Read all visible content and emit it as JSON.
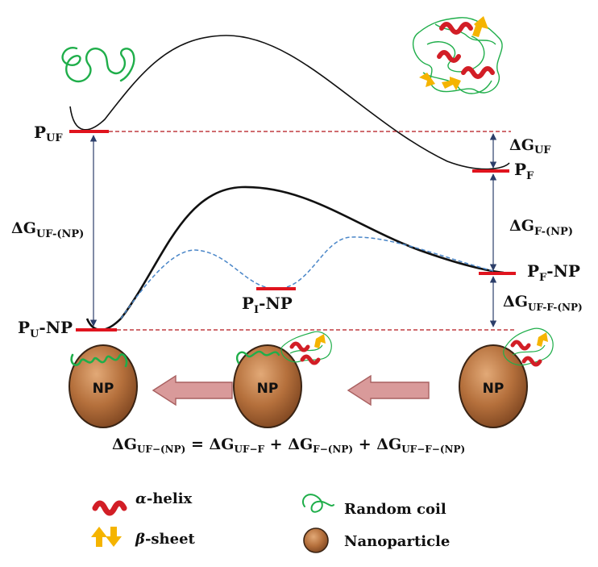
{
  "states": {
    "unfolded": {
      "base": "P",
      "sub": "UF"
    },
    "folded": {
      "base": "P",
      "sub": "F"
    },
    "folded_np": {
      "base": "P",
      "sub": "F",
      "tail": "-NP"
    },
    "intermediate_np": {
      "base": "P",
      "sub": "I",
      "tail": "-NP"
    },
    "unfolded_np": {
      "base": "P",
      "sub": "U",
      "tail": "-NP"
    }
  },
  "energies": {
    "dg_uf": {
      "base": "ΔG",
      "sub": "UF"
    },
    "dg_f_np": {
      "base": "ΔG",
      "sub": "F-(NP)"
    },
    "dg_uf_f_np": {
      "base": "ΔG",
      "sub": "UF-F-(NP)"
    },
    "dg_uf_np": {
      "base": "ΔG",
      "sub": "UF-(NP)"
    }
  },
  "equation": {
    "t1": "ΔG",
    "s1": "UF−(NP)",
    "eq": " = ",
    "t2": "ΔG",
    "s2": "UF−F",
    "p1": " + ",
    "t3": "ΔG",
    "s3": "F−(NP)",
    "p2": " + ",
    "t4": "ΔG",
    "s4": "UF−F−(NP)"
  },
  "nanoparticle_label": "NP",
  "legend": {
    "helix": {
      "greek": "α",
      "rest": "-helix"
    },
    "sheet": {
      "greek": "β",
      "rest": "-sheet"
    },
    "coil": "Random coil",
    "nanoparticle": "Nanoparticle"
  },
  "colors": {
    "level_line": "#e0141e",
    "dashed_ref": "#b3141a",
    "arrow_blue": "#2c3e6a",
    "nanoparticle_fill": "#b5703c",
    "transition_arrow": "#d99a9a",
    "coil_green": "#1fae4a",
    "helix_red": "#d21e26",
    "sheet_yellow": "#f5b400",
    "intermediate_path": "#4a86c8"
  }
}
